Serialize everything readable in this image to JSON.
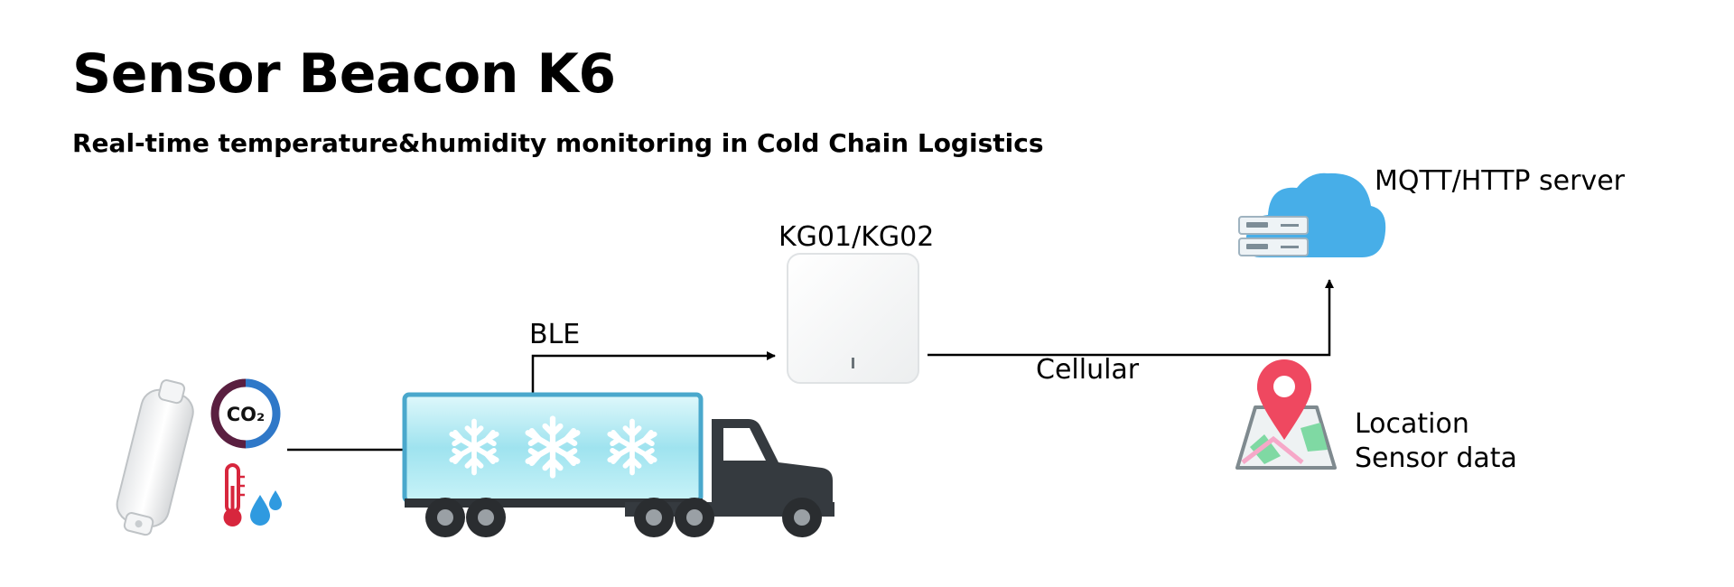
{
  "title": "Sensor Beacon K6",
  "subtitle": "Real-time temperature&humidity monitoring in Cold Chain Logistics",
  "labels": {
    "co2": "CO₂",
    "ble": "BLE",
    "gateway": "KG01/KG02",
    "cellular": "Cellular",
    "server": "MQTT/HTTP server",
    "location": "Location",
    "sensor_data": "Sensor data"
  },
  "icons": {
    "sensor": "sensor-beacon-icon",
    "co2": "co2-icon",
    "thermometer": "thermometer-icon",
    "humidity": "water-drops-icon",
    "truck": "refrigerated-truck-icon",
    "gateway": "gateway-device-icon",
    "cloud": "cloud-server-icon",
    "map": "map-pin-icon"
  },
  "colors": {
    "co2_ring_dark": "#5a1f40",
    "co2_ring_light": "#2f78c8",
    "thermometer": "#d7263d",
    "water": "#2f9ae0",
    "truck_cargo": "#bfeff6",
    "truck_cargo_border": "#4aa8cc",
    "truck_cab": "#353a3f",
    "cloud": "#47aee8",
    "map_pin": "#ef4860"
  }
}
